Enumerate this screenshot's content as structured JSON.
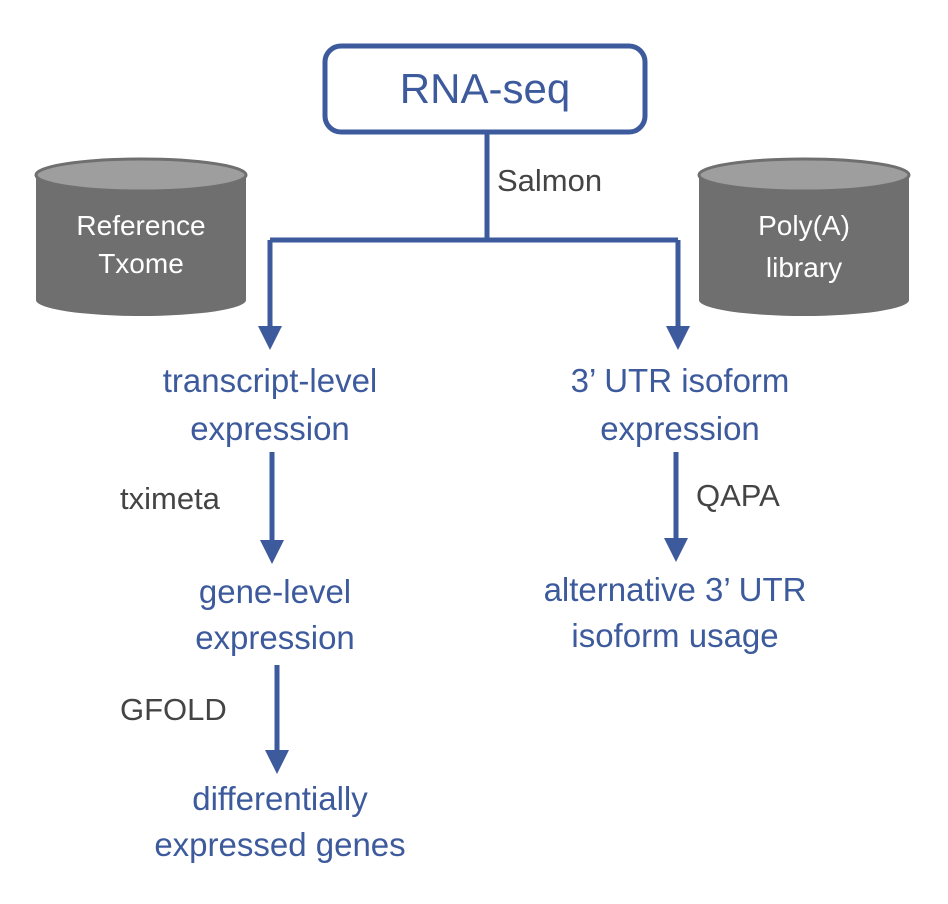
{
  "diagram": {
    "root": {
      "label": "RNA-seq"
    },
    "databases": {
      "reference": {
        "line1": "Reference",
        "line2": "Txome"
      },
      "polya": {
        "line1": "Poly(A)",
        "line2": "library"
      }
    },
    "tools": {
      "salmon": "Salmon",
      "tximeta": "tximeta",
      "gfold": "GFOLD",
      "qapa": "QAPA"
    },
    "nodes": {
      "transcript": {
        "line1": "transcript-level",
        "line2": "expression"
      },
      "utr_expr": {
        "line1": "3’ UTR isoform",
        "line2": "expression"
      },
      "gene": {
        "line1": "gene-level",
        "line2": "expression"
      },
      "utr_usage": {
        "line1": "alternative 3’ UTR",
        "line2": "isoform usage"
      },
      "de_genes": {
        "line1": "differentially",
        "line2": "expressed genes"
      }
    },
    "colors": {
      "flow": "#3c5a9c",
      "tool_text": "#444444",
      "cylinder_body": "#6f6f6f",
      "cylinder_top": "#9e9e9e"
    }
  }
}
